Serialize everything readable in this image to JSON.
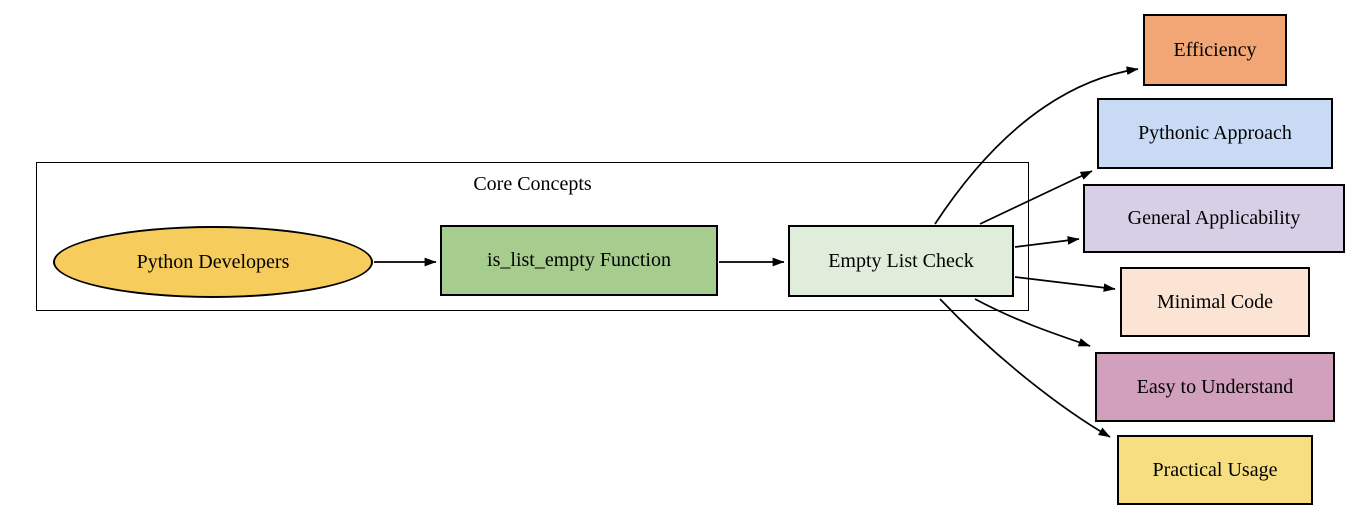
{
  "diagram": {
    "cluster": {
      "label": "Core Concepts"
    },
    "nodes": {
      "developers": {
        "label": "Python Developers",
        "fill": "#f6cd5c",
        "shape": "ellipse"
      },
      "function": {
        "label": "is_list_empty Function",
        "fill": "#a6cd8e",
        "shape": "box"
      },
      "check": {
        "label": "Empty List Check",
        "fill": "#e0edda",
        "shape": "box"
      },
      "efficiency": {
        "label": "Efficiency",
        "fill": "#f2a575",
        "shape": "box"
      },
      "pythonic": {
        "label": "Pythonic Approach",
        "fill": "#c8daf4",
        "shape": "box"
      },
      "general": {
        "label": "General Applicability",
        "fill": "#d6cfe6",
        "shape": "box"
      },
      "minimal": {
        "label": "Minimal Code",
        "fill": "#fce4d4",
        "shape": "box"
      },
      "easy": {
        "label": "Easy to Understand",
        "fill": "#d0a0bd",
        "shape": "box"
      },
      "practical": {
        "label": "Practical Usage",
        "fill": "#f7df81",
        "shape": "box"
      }
    },
    "edges": [
      {
        "from": "developers",
        "to": "function"
      },
      {
        "from": "function",
        "to": "check"
      },
      {
        "from": "check",
        "to": "efficiency"
      },
      {
        "from": "check",
        "to": "pythonic"
      },
      {
        "from": "check",
        "to": "general"
      },
      {
        "from": "check",
        "to": "minimal"
      },
      {
        "from": "check",
        "to": "easy"
      },
      {
        "from": "check",
        "to": "practical"
      }
    ],
    "style": {
      "edge_color": "#000000",
      "border_color": "#000000",
      "background": "#ffffff"
    }
  }
}
